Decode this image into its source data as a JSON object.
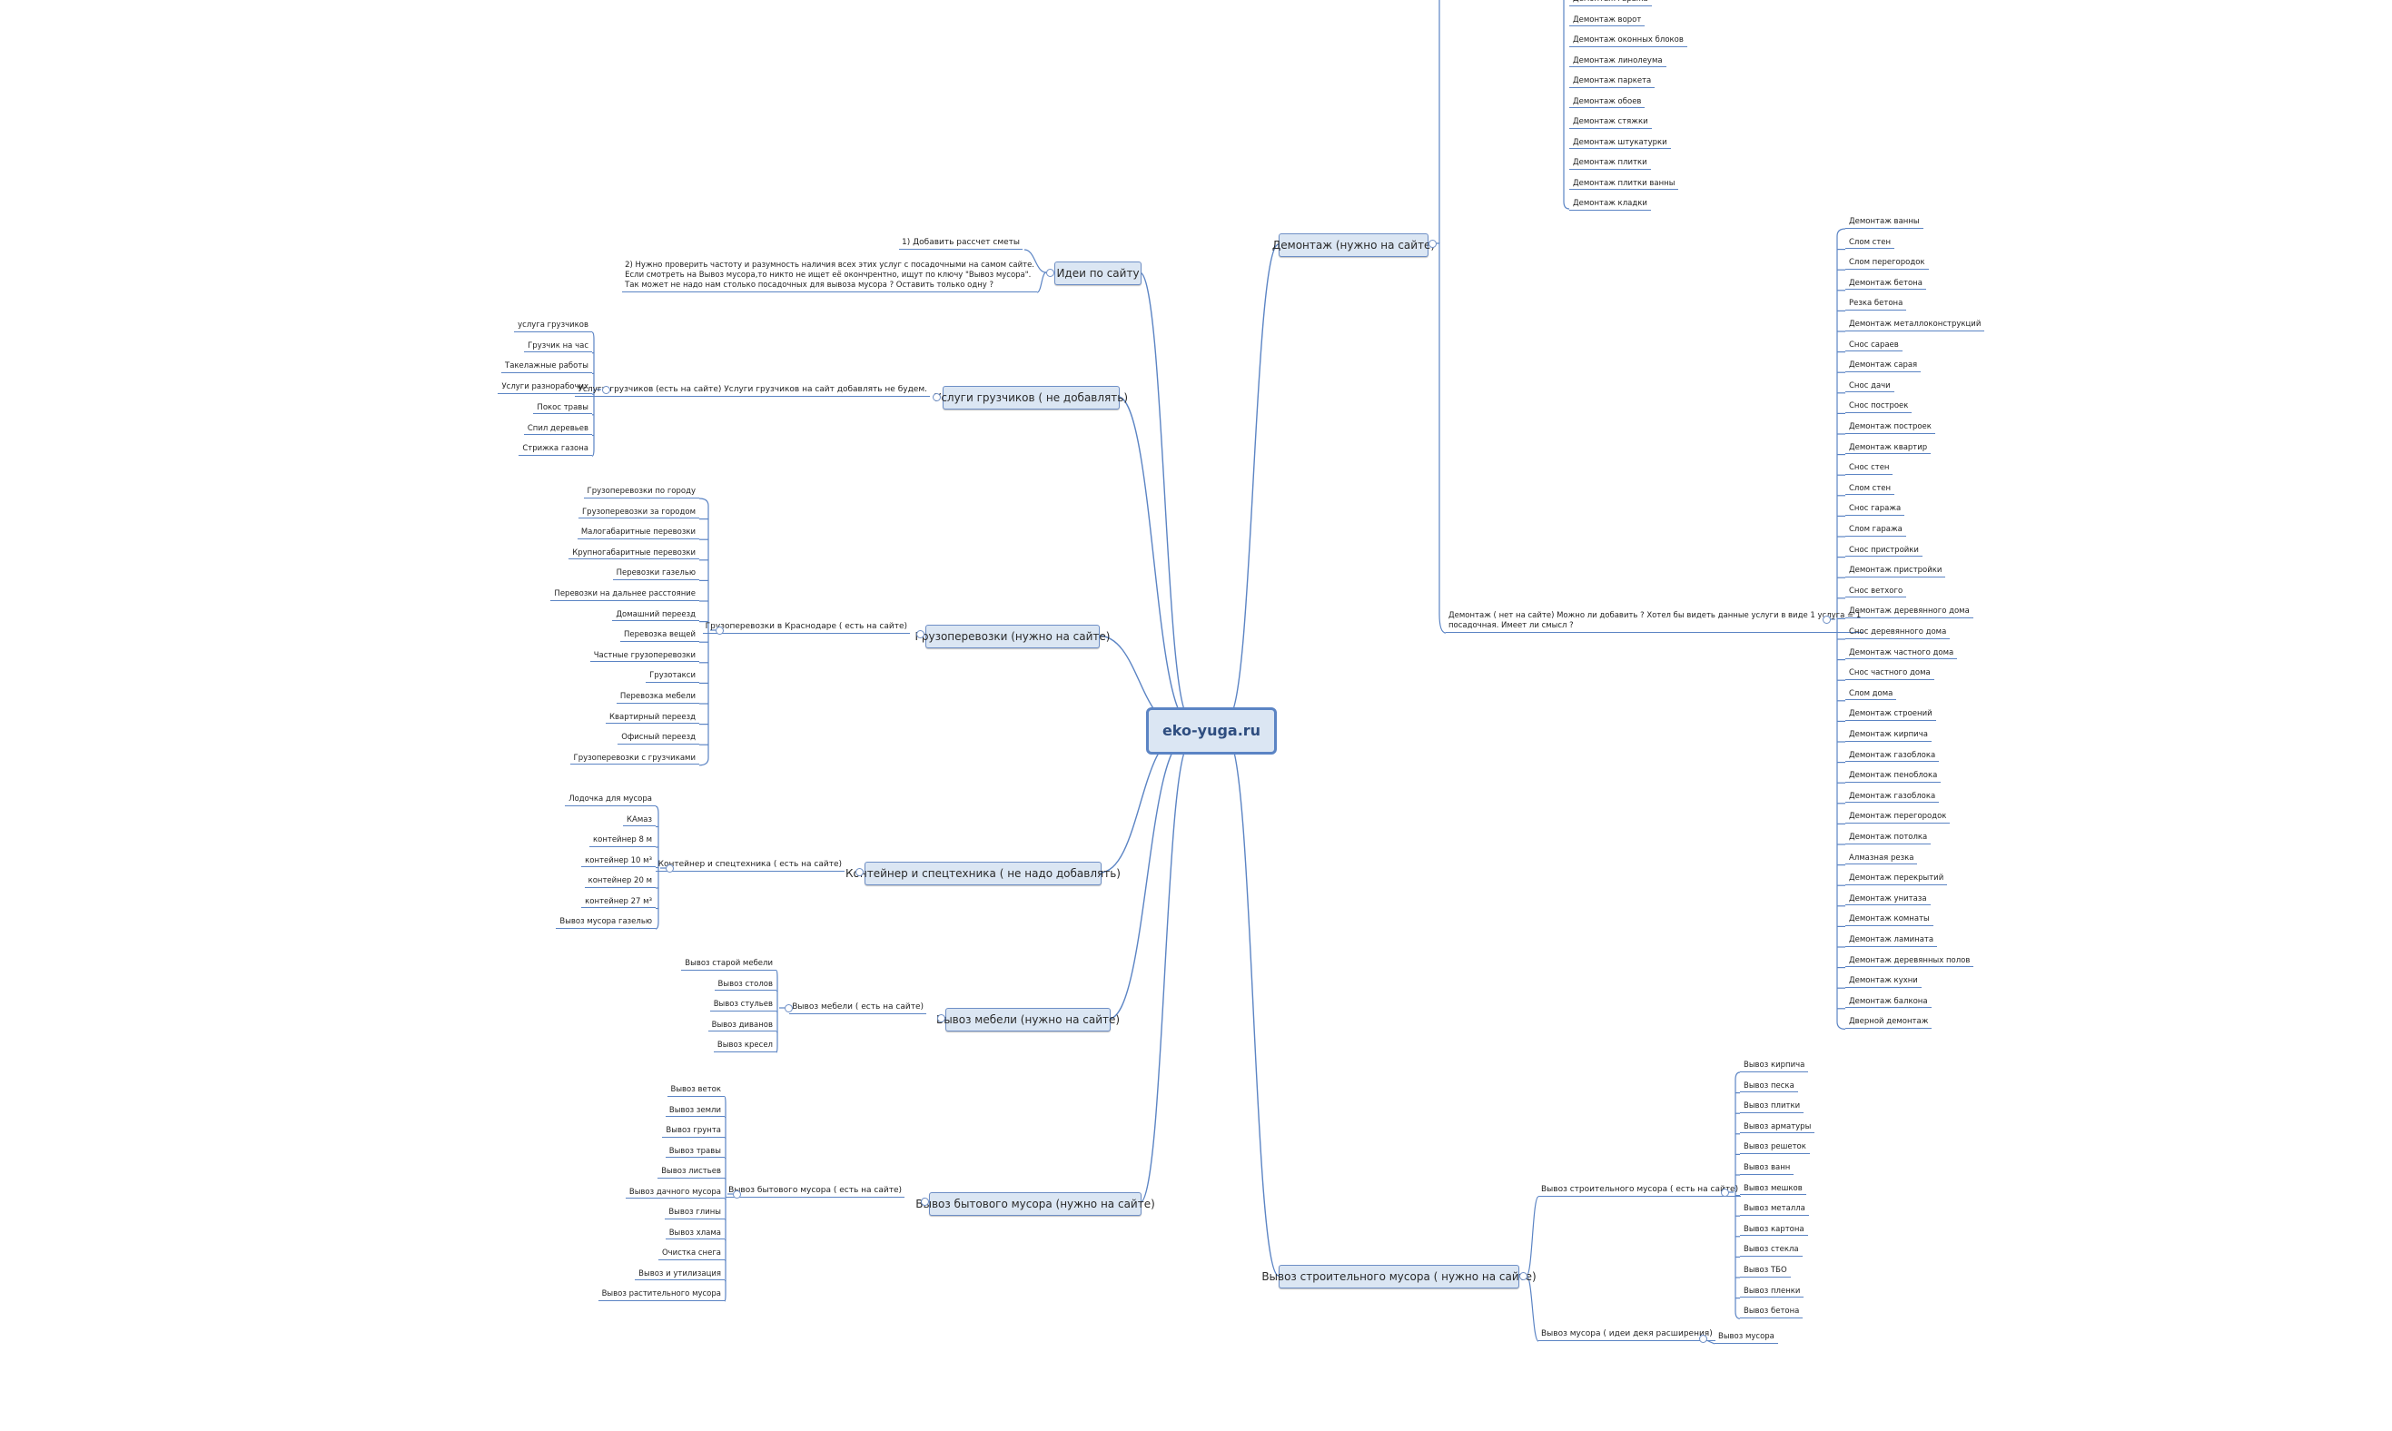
{
  "root": "eko-yuga.ru",
  "left": {
    "ideas": {
      "label": "Идеи по сайту",
      "items": [
        "1) Добавить рассчет сметы",
        "2) Нужно проверить частоту и разумность наличия всех этих услуг с посадочными на самом сайте.\nЕсли смотреть на Вывоз мусора,то никто не ищет её окончрентно, ищут по ключу \"Вывоз мусора\".\nТак может не надо нам столько посадочных для вывоза мусора ? Оставить только одну ?"
      ]
    },
    "movers": {
      "label": "Услуги грузчиков ( не добавлять)",
      "sub": "Услуги грузчиков (есть на сайте)  Услуги грузчиков на сайт добавлять не будем.",
      "items": [
        "услуга грузчиков",
        "Грузчик на час",
        "Такелажные работы",
        "Услуги разнорабочих",
        "Покос травы",
        "Спил деревьев",
        "Стрижка газона"
      ]
    },
    "cargo": {
      "label": "Грузоперевозки (нужно на сайте)",
      "sub": "Грузоперевозки в Краснодаре ( есть на сайте)",
      "items": [
        "Грузоперевозки по городу",
        "Грузоперевозки за городом",
        "Малогабаритные перевозки",
        "Крупногабаритные перевозки",
        "Перевозки газелью",
        "Перевозки на дальнее расстояние",
        "Домашний переезд",
        "Перевозка вещей",
        "Частные грузоперевозки",
        "Грузотакси",
        "Перевозка мебели",
        "Квартирный переезд",
        "Офисный переезд",
        "Грузоперевозки с грузчиками"
      ]
    },
    "containers": {
      "label": "Контейнер и спецтехника ( не надо добавлять)",
      "sub": "Контейнер и спецтехника ( есть на сайте)",
      "items": [
        "Лодочка для мусора",
        "КАмаз",
        "контейнер 8 м",
        "контейнер 10 м³",
        "контейнер 20 м",
        "контейнер 27 м³",
        "Вывоз мусора газелью"
      ]
    },
    "furniture": {
      "label": "Вывоз мебели (нужно на сайте)",
      "sub": "Вывоз мебели ( есть на сайте)",
      "items": [
        "Вывоз старой мебели",
        "Вывоз столов",
        "Вывоз стульев",
        "Вывоз диванов",
        "Вывоз кресел"
      ]
    },
    "household": {
      "label": "Вывоз бытового мусора (нужно на сайте)",
      "sub": "Вывоз бытового мусора ( есть на сайте)",
      "items": [
        "Вывоз веток",
        "Вывоз земли",
        "Вывоз грунта",
        "Вывоз травы",
        "Вывоз листьев",
        "Вывоз дачного мусора",
        "Вывоз глины",
        "Вывоз хлама",
        "Очистка снега",
        "Вывоз и утилизация",
        "Вывоз растительного мусора"
      ]
    }
  },
  "right": {
    "demolition": {
      "label": "Демонтаж (нужно на сайте)",
      "top_items": [
        "Демонтаж гаража",
        "Демонтаж ворот",
        "Демонтаж оконных блоков",
        "Демонтаж линолеума",
        "Демонтаж паркета",
        "Демонтаж обоев",
        "Демонтаж стяжки",
        "Демонтаж штукатурки",
        "Демонтаж плитки",
        "Демонтаж плитки ванны",
        "Демонтаж кладки"
      ],
      "sub": "Демонтаж ( нет на сайте) Можно ли добавить ? Хотел бы видеть данные услуги в виде 1 услуга = 1\nпосадочная. Имеет ли смысл ?",
      "items": [
        "Демонтаж ванны",
        "Слом стен",
        "Слом перегородок",
        "Демонтаж бетона",
        "Резка бетона",
        "Демонтаж металлоконструкций",
        "Снос сараев",
        "Демонтаж сарая",
        "Снос дачи",
        "Снос построек",
        "Демонтаж построек",
        "Демонтаж квартир",
        "Снос стен",
        "Слом стен",
        "Снос гаража",
        "Слом гаража",
        "Снос пристройки",
        "Демонтаж пристройки",
        "Снос ветхого",
        "Демонтаж деревянного дома",
        "Снос деревянного дома",
        "Демонтаж частного дома",
        "Снос частного дома",
        "Слом дома",
        "Демонтаж строений",
        "Демонтаж кирпича",
        "Демонтаж газоблока",
        "Демонтаж пеноблока",
        "Демонтаж газоблока",
        "Демонтаж перегородок",
        "Демонтаж потолка",
        "Алмазная резка",
        "Демонтаж перекрытий",
        "Демонтаж унитаза",
        "Демонтаж комнаты",
        "Демонтаж ламината",
        "Демонтаж деревянных полов",
        "Демонтаж кухни",
        "Демонтаж балкона",
        "Дверной демонтаж"
      ]
    },
    "construction": {
      "label": "Вывоз строительного мусора ( нужно на сайте)",
      "sub": "Вывоз строительного мусора ( есть на сайте)",
      "items": [
        "Вывоз кирпича",
        "Вывоз песка",
        "Вывоз плитки",
        "Вывоз арматуры",
        "Вывоз решеток",
        "Вывоз ванн",
        "Вывоз мешков",
        "Вывоз металла",
        "Вывоз картона",
        "Вывоз стекла",
        "Вывоз ТБО",
        "Вывоз пленки",
        "Вывоз бетона"
      ],
      "sub2": "Вывоз мусора ( идеи декя расширения)",
      "sub2_items": [
        "Вывоз мусора"
      ]
    }
  },
  "colors": {
    "line": "#5b84c4",
    "node_fill": "#dbe6f3",
    "node_border": "#6e8fc6",
    "root_text": "#2e4d7f"
  }
}
